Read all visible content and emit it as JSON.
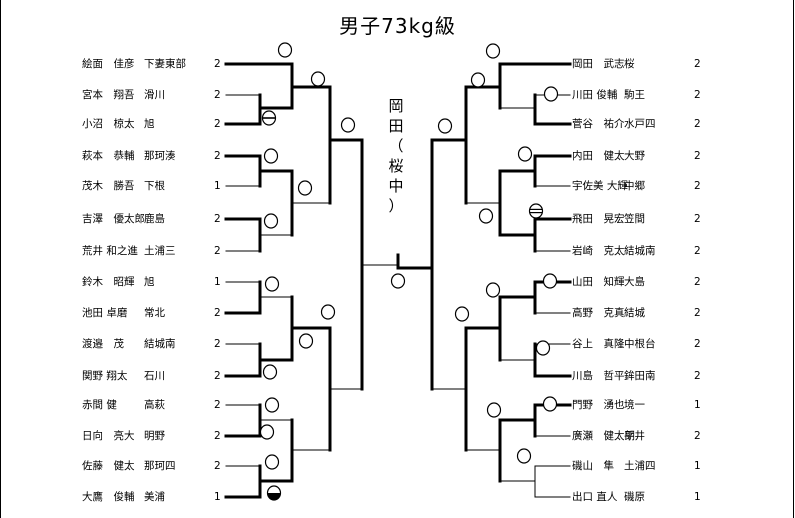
{
  "title": "男子73kg級",
  "champion": [
    "岡",
    "田",
    "（",
    "桜",
    "中",
    "）"
  ],
  "left": [
    {
      "name": "絵面　佳彦",
      "team": "下妻東部",
      "grade": "2"
    },
    {
      "name": "宮本　翔吾",
      "team": "滑川",
      "grade": "2"
    },
    {
      "name": "小沼　椋太",
      "team": "旭",
      "grade": "2"
    },
    {
      "name": "萩本　恭輔",
      "team": "那珂湊",
      "grade": "2"
    },
    {
      "name": "茂木　勝吾",
      "team": "下根",
      "grade": "1"
    },
    {
      "name": "吉澤　優太郎",
      "team": "鹿島",
      "grade": "2"
    },
    {
      "name": "荒井 和之進",
      "team": "土浦三",
      "grade": "2"
    },
    {
      "name": "鈴木　昭輝",
      "team": "旭",
      "grade": "1"
    },
    {
      "name": "池田 卓磨",
      "team": "常北",
      "grade": "2"
    },
    {
      "name": "渡邉　茂",
      "team": "結城南",
      "grade": "2"
    },
    {
      "name": "関野 翔太",
      "team": "石川",
      "grade": "2"
    },
    {
      "name": "赤間 健",
      "team": "高萩",
      "grade": "2"
    },
    {
      "name": "日向　亮大",
      "team": "明野",
      "grade": "2"
    },
    {
      "name": "佐藤　健太",
      "team": "那珂四",
      "grade": "2"
    },
    {
      "name": "大鷹　俊輔",
      "team": "美浦",
      "grade": "1"
    }
  ],
  "right": [
    {
      "name": "岡田　武志",
      "team": "桜",
      "grade": "2"
    },
    {
      "name": "川田 俊輔",
      "team": "駒王",
      "grade": "2"
    },
    {
      "name": "菅谷　祐介",
      "team": "水戸四",
      "grade": "2"
    },
    {
      "name": "内田　健太",
      "team": "大野",
      "grade": "2"
    },
    {
      "name": "宇佐美 大輝",
      "team": "中郷",
      "grade": "2"
    },
    {
      "name": "飛田　晃宏",
      "team": "笠間",
      "grade": "2"
    },
    {
      "name": "岩崎　克太",
      "team": "結城南",
      "grade": "2"
    },
    {
      "name": "山田　知輝",
      "team": "大島",
      "grade": "2"
    },
    {
      "name": "高野　克真",
      "team": "結城",
      "grade": "2"
    },
    {
      "name": "谷上　真隆",
      "team": "中根台",
      "grade": "2"
    },
    {
      "name": "川島　哲平",
      "team": "鉾田南",
      "grade": "2"
    },
    {
      "name": "門野　湧也",
      "team": "境一",
      "grade": "1"
    },
    {
      "name": "廣瀬　健太朗",
      "team": "平井",
      "grade": "2"
    },
    {
      "name": "磯山　隼",
      "team": "土浦四",
      "grade": "1"
    },
    {
      "name": "出口 直人",
      "team": "磯原",
      "grade": "1"
    }
  ]
}
